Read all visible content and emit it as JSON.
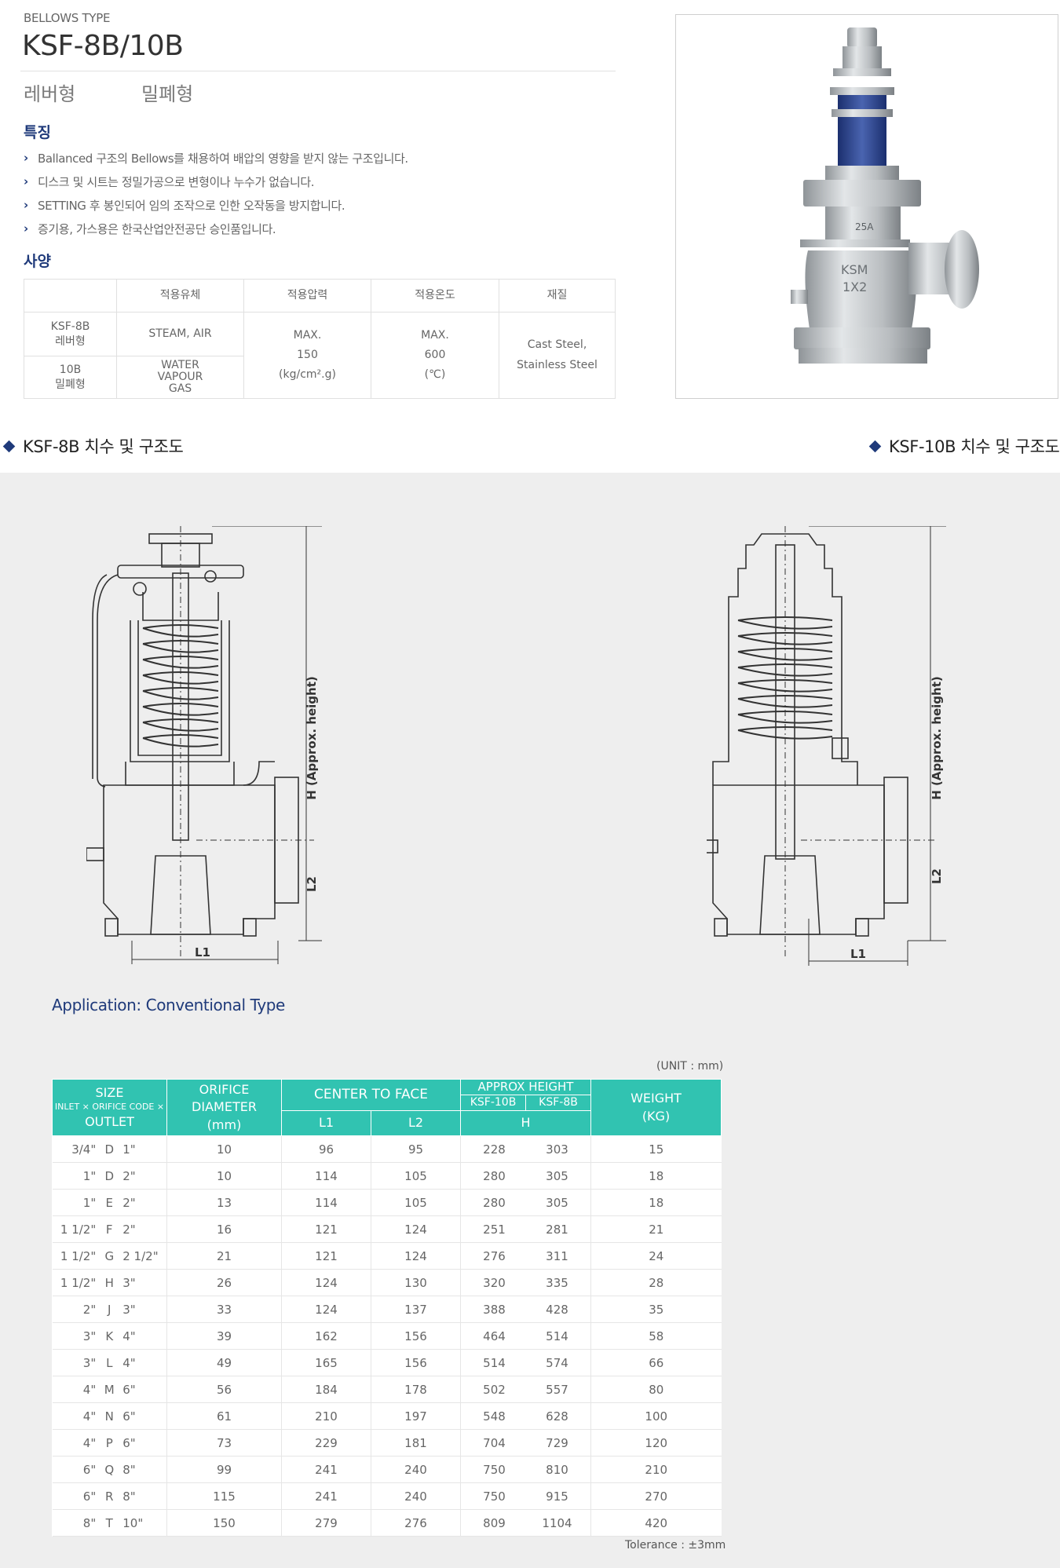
{
  "header": {
    "type_label": "BELLOWS TYPE",
    "model": "KSF-8B/10B",
    "variants": [
      "레버형",
      "밀폐형"
    ]
  },
  "features": {
    "title": "특징",
    "items": [
      "Ballanced 구조의 Bellows를 채용하여 배압의 영향을 받지 않는 구조입니다.",
      "디스크 및 시트는 정밀가공으로 변형이나 누수가 없습니다.",
      "SETTING 후 봉인되어 임의 조작으로 인한 오작동을 방지합니다.",
      "증기용, 가스용은 한국산업안전공단 승인품입니다."
    ]
  },
  "spec": {
    "title": "사양",
    "headers": [
      "",
      "적용유체",
      "적용압력",
      "적용온도",
      "재질"
    ],
    "row1_model": [
      "KSF-8B",
      "레버형"
    ],
    "row1_fluid": "STEAM, AIR",
    "row2_model": [
      "10B",
      "밀폐형"
    ],
    "row2_fluid": [
      "WATER",
      "VAPOUR",
      "GAS"
    ],
    "pressure": [
      "MAX.",
      "150",
      "(kg/cm².g)"
    ],
    "temperature": [
      "MAX.",
      "600",
      "(℃)"
    ],
    "material": [
      "Cast Steel,",
      "Stainless Steel"
    ]
  },
  "photo": {
    "casting_marks": [
      "25A",
      "KSM",
      "1X2"
    ]
  },
  "drawings": {
    "left_title": "KSF-8B 치수 및 구조도",
    "right_title": "KSF-10B 치수 및 구조도",
    "labels": {
      "h": "H (Approx. height)",
      "l1": "L1",
      "l2": "L2"
    }
  },
  "application": "Application: Conventional Type",
  "unit": "(UNIT : mm)",
  "tolerance": "Tolerance : ±3mm",
  "size_table": {
    "headers": {
      "size_top": "SIZE",
      "size_mid": "INLET × ORIFICE CODE ×",
      "size_bottom": "OUTLET",
      "orifice": [
        "ORIFICE",
        "DIAMETER",
        "(mm)"
      ],
      "center_to_face": "CENTER TO FACE",
      "l1": "L1",
      "l2": "L2",
      "approx_height": "APPROX HEIGHT",
      "ksf10b": "KSF-10B",
      "ksf8b": "KSF-8B",
      "h": "H",
      "weight": [
        "WEIGHT",
        "(KG)"
      ]
    },
    "rows": [
      {
        "inlet": "3/4\"",
        "code": "D",
        "outlet": "1\"",
        "orifice": "10",
        "l1": "96",
        "l2": "95",
        "h10b": "228",
        "h8b": "303",
        "weight": "15"
      },
      {
        "inlet": "1\"",
        "code": "D",
        "outlet": "2\"",
        "orifice": "10",
        "l1": "114",
        "l2": "105",
        "h10b": "280",
        "h8b": "305",
        "weight": "18"
      },
      {
        "inlet": "1\"",
        "code": "E",
        "outlet": "2\"",
        "orifice": "13",
        "l1": "114",
        "l2": "105",
        "h10b": "280",
        "h8b": "305",
        "weight": "18"
      },
      {
        "inlet": "1 1/2\"",
        "code": "F",
        "outlet": "2\"",
        "orifice": "16",
        "l1": "121",
        "l2": "124",
        "h10b": "251",
        "h8b": "281",
        "weight": "21"
      },
      {
        "inlet": "1 1/2\"",
        "code": "G",
        "outlet": "2 1/2\"",
        "orifice": "21",
        "l1": "121",
        "l2": "124",
        "h10b": "276",
        "h8b": "311",
        "weight": "24"
      },
      {
        "inlet": "1 1/2\"",
        "code": "H",
        "outlet": "3\"",
        "orifice": "26",
        "l1": "124",
        "l2": "130",
        "h10b": "320",
        "h8b": "335",
        "weight": "28"
      },
      {
        "inlet": "2\"",
        "code": "J",
        "outlet": "3\"",
        "orifice": "33",
        "l1": "124",
        "l2": "137",
        "h10b": "388",
        "h8b": "428",
        "weight": "35"
      },
      {
        "inlet": "3\"",
        "code": "K",
        "outlet": "4\"",
        "orifice": "39",
        "l1": "162",
        "l2": "156",
        "h10b": "464",
        "h8b": "514",
        "weight": "58"
      },
      {
        "inlet": "3\"",
        "code": "L",
        "outlet": "4\"",
        "orifice": "49",
        "l1": "165",
        "l2": "156",
        "h10b": "514",
        "h8b": "574",
        "weight": "66"
      },
      {
        "inlet": "4\"",
        "code": "M",
        "outlet": "6\"",
        "orifice": "56",
        "l1": "184",
        "l2": "178",
        "h10b": "502",
        "h8b": "557",
        "weight": "80"
      },
      {
        "inlet": "4\"",
        "code": "N",
        "outlet": "6\"",
        "orifice": "61",
        "l1": "210",
        "l2": "197",
        "h10b": "548",
        "h8b": "628",
        "weight": "100"
      },
      {
        "inlet": "4\"",
        "code": "P",
        "outlet": "6\"",
        "orifice": "73",
        "l1": "229",
        "l2": "181",
        "h10b": "704",
        "h8b": "729",
        "weight": "120"
      },
      {
        "inlet": "6\"",
        "code": "Q",
        "outlet": "8\"",
        "orifice": "99",
        "l1": "241",
        "l2": "240",
        "h10b": "750",
        "h8b": "810",
        "weight": "210"
      },
      {
        "inlet": "6\"",
        "code": "R",
        "outlet": "8\"",
        "orifice": "115",
        "l1": "241",
        "l2": "240",
        "h10b": "750",
        "h8b": "915",
        "weight": "270"
      },
      {
        "inlet": "8\"",
        "code": "T",
        "outlet": "10\"",
        "orifice": "150",
        "l1": "279",
        "l2": "276",
        "h10b": "809",
        "h8b": "1104",
        "weight": "420"
      }
    ]
  }
}
